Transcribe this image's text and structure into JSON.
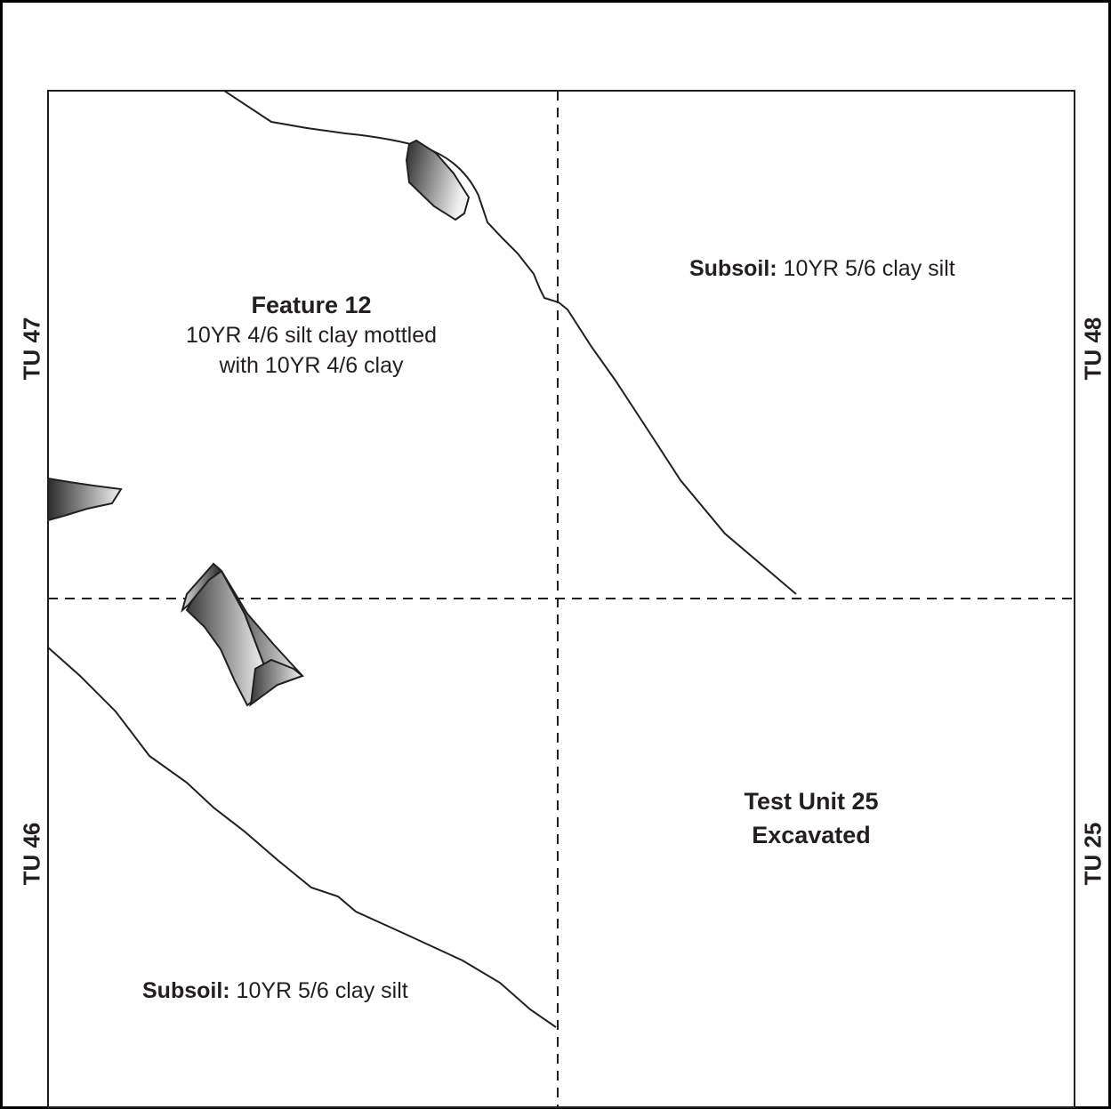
{
  "labels": {
    "feature_title": "Feature 12",
    "feature_line1": "10YR 4/6 silt clay mottled",
    "feature_line2": "with 10YR 4/6 clay",
    "subsoil_ne_bold": "Subsoil:",
    "subsoil_ne_text": " 10YR 5/6 clay silt",
    "subsoil_sw_bold": "Subsoil:",
    "subsoil_sw_text": " 10YR 5/6 clay silt",
    "test_unit_line1": "Test Unit 25",
    "test_unit_line2": "Excavated"
  },
  "side_labels": {
    "west_upper": "TU 47",
    "west_lower": "TU 46",
    "east_upper": "TU 48",
    "east_lower": "TU 25"
  },
  "colors": {
    "ink": "#231f20",
    "frame": "#000000",
    "shade_dark": "#2b2b2b",
    "shade_light": "#f2f2f2"
  },
  "icons": [
    "rock-inclusion-icon"
  ]
}
